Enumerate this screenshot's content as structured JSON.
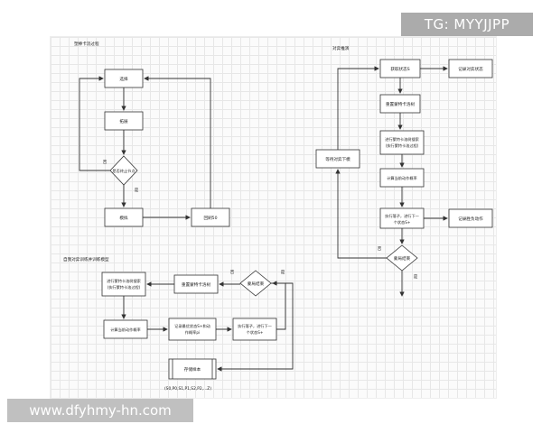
{
  "watermarks": {
    "top_right": "TG: MYYJJPP",
    "bottom_left": "www.dfyhmy-hn.com"
  },
  "diagram": {
    "section1": {
      "title": "塑棒卡流过程",
      "nodes": {
        "select": "选择",
        "expand": "拓展",
        "decision": "是否终止节点",
        "simulate": "模拟",
        "backprop": "回刷50"
      },
      "labels": {
        "no": "否",
        "yes": "是"
      }
    },
    "section2": {
      "title": "对弈推演",
      "nodes": {
        "get_state": "获取状态S",
        "record_get": "记录对弈状态",
        "reset": "重置蒙特卡洛树",
        "search_line1": "进行蒙特卡洛树搜索",
        "search_line2": "(执行蒙特卡洛过程)",
        "compute": "计算当前动作概率",
        "execute_line1": "执行落子，进行下一",
        "execute_line2": "个状态S+",
        "record_exec": "记录胜负动作",
        "end": "蒙局结束",
        "next": "等待对弈下模"
      },
      "labels": {
        "no": "否",
        "yes": "是"
      }
    },
    "section3": {
      "title": "自我对弈训练并训练模型",
      "nodes": {
        "search_line1": "进行蒙特卡洛树搜索",
        "search_line2": "(执行蒙特卡洛过程)",
        "reset": "重置蒙特卡洛树",
        "decision": "蒙局结束",
        "compute": "计算当前动作概率",
        "record_line1": "记录最优状态S+和动",
        "record_line2": "作概率pi",
        "execute_line1": "执行落子，进行下一",
        "execute_line2": "个状态S+",
        "store": "存储样本",
        "sequence": "(S0,P0,S1,P1,S2,P2,...Z)"
      },
      "labels": {
        "no": "否",
        "yes": "是"
      }
    }
  }
}
